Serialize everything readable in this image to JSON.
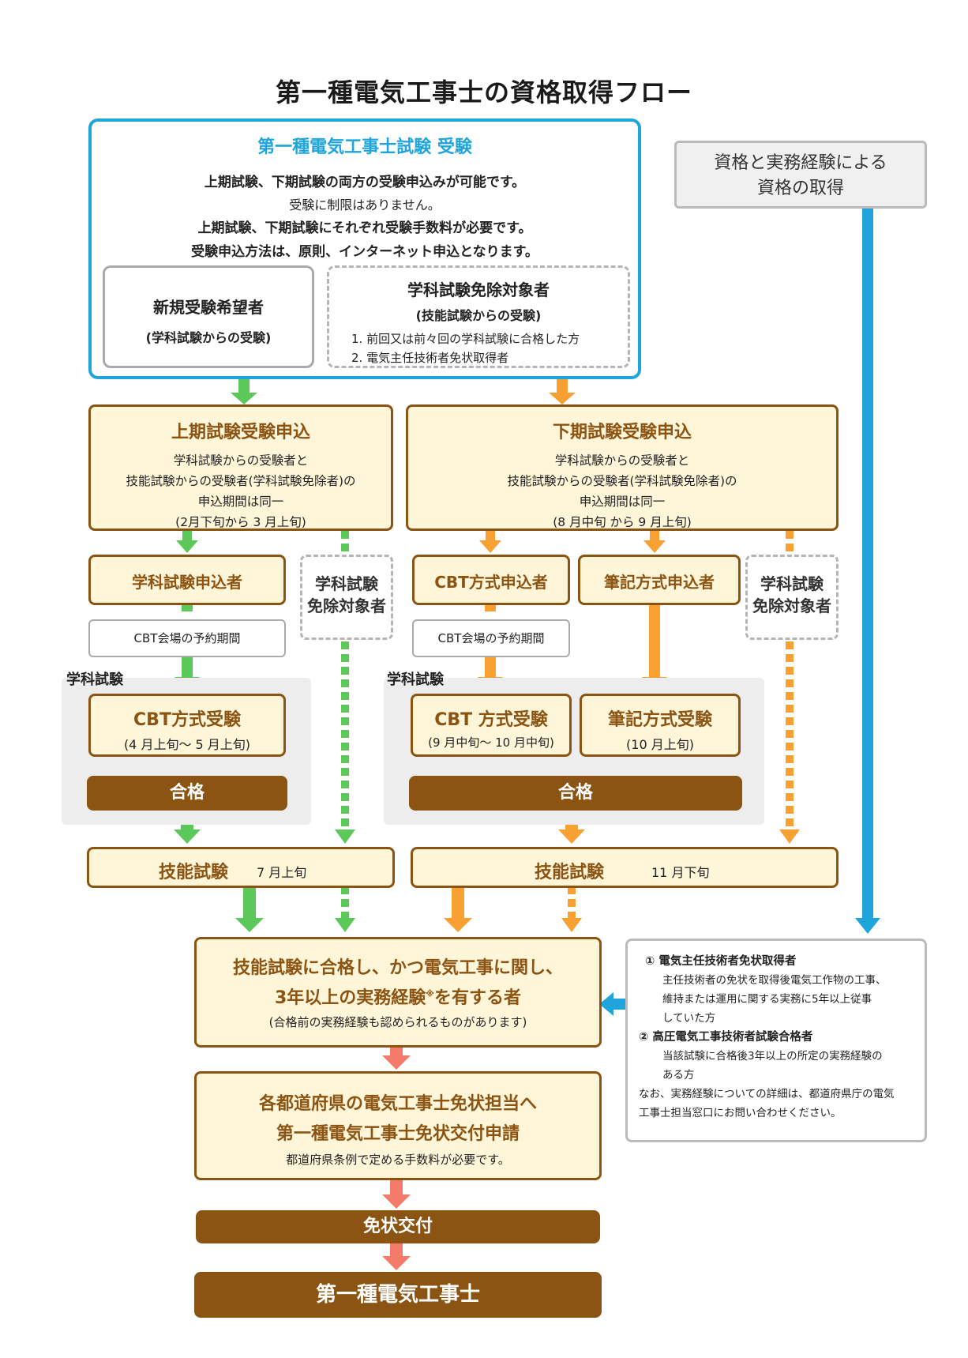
{
  "title": "第一種電気工事士の資格取得フロー",
  "colors": {
    "blue": "#1fa5dc",
    "green": "#5dc85a",
    "orange": "#f9a033",
    "salmon": "#f47a6a",
    "brown": "#8b5413",
    "cream": "#fff5d8"
  },
  "exam_box": {
    "heading": "第一種電気工事士試験 受験",
    "line1": "上期試験、下期試験の両方の受験申込みが可能です。",
    "line2": "受験に制限はありません。",
    "line3": "上期試験、下期試験にそれぞれ受験手数料が必要です。",
    "line4": "受験申込方法は、原則、インターネット申込となります。",
    "new_applicant": {
      "title": "新規受験希望者",
      "sub": "(学科試験からの受験)"
    },
    "exempt_applicant": {
      "title": "学科試験免除対象者",
      "sub": "(技能試験からの受験)",
      "item1": "1. 前回又は前々回の学科試験に合格した方",
      "item2": "2. 電気主任技術者免状取得者"
    }
  },
  "experience_route": {
    "line1": "資格と実務経験による",
    "line2": "資格の取得"
  },
  "first_half": {
    "title": "上期試験受験申込",
    "l1": "学科試験からの受験者と",
    "l2": "技能試験からの受験者(学科試験免除者)の",
    "l3": "申込期間は同一",
    "l4": "(2月下旬から 3 月上旬)",
    "written_applicant": "学科試験申込者",
    "exempt1": "学科試験",
    "exempt2": "免除対象者",
    "cbt_reserve": "CBT会場の予約期間",
    "zone_label": "学科試験",
    "cbt_exam": "CBT方式受験",
    "cbt_period": "(4 月上旬～ 5 月上旬)",
    "pass": "合格",
    "skill": "技能試験",
    "skill_date": "7 月上旬"
  },
  "second_half": {
    "title": "下期試験受験申込",
    "l1": "学科試験からの受験者と",
    "l2": "技能試験からの受験者(学科試験免除者)の",
    "l3": "申込期間は同一",
    "l4": "(8 月中旬 から 9 月上旬)",
    "cbt_applicant": "CBT方式申込者",
    "paper_applicant": "筆記方式申込者",
    "exempt1": "学科試験",
    "exempt2": "免除対象者",
    "cbt_reserve": "CBT会場の予約期間",
    "zone_label": "学科試験",
    "cbt_exam": "CBT 方式受験",
    "cbt_period": "(9 月中旬～ 10 月中旬)",
    "paper_exam": "筆記方式受験",
    "paper_period": "(10 月上旬)",
    "pass": "合格",
    "skill": "技能試験",
    "skill_date": "11 月下旬"
  },
  "qualify": {
    "l1": "技能試験に合格し、かつ電気工事に関し、",
    "l2a": "3年以上の実務経験",
    "l2mark": "※",
    "l2b": "を有する者",
    "l3": "(合格前の実務経験も認められるものがあります)"
  },
  "info": {
    "h1": "① 電気主任技術者免状取得者",
    "t1a": "主任技術者の免状を取得後電気工作物の工事、",
    "t1b": "維持または運用に関する実務に5年以上従事",
    "t1c": "していた方",
    "h2": "② 高圧電気工事技術者試験合格者",
    "t2a": "当該試験に合格後3年以上の所定の実務経験の",
    "t2b": "ある方",
    "n1": "なお、実務経験についての詳細は、都道府県庁の電気",
    "n2": "工事士担当窓口にお問い合わせください。"
  },
  "apply": {
    "l1": "各都道府県の電気工事士免状担当へ",
    "l2": "第一種電気工事士免状交付申請",
    "l3": "都道府県条例で定める手数料が必要です。"
  },
  "issue": "免状交付",
  "final": "第一種電気工事士"
}
